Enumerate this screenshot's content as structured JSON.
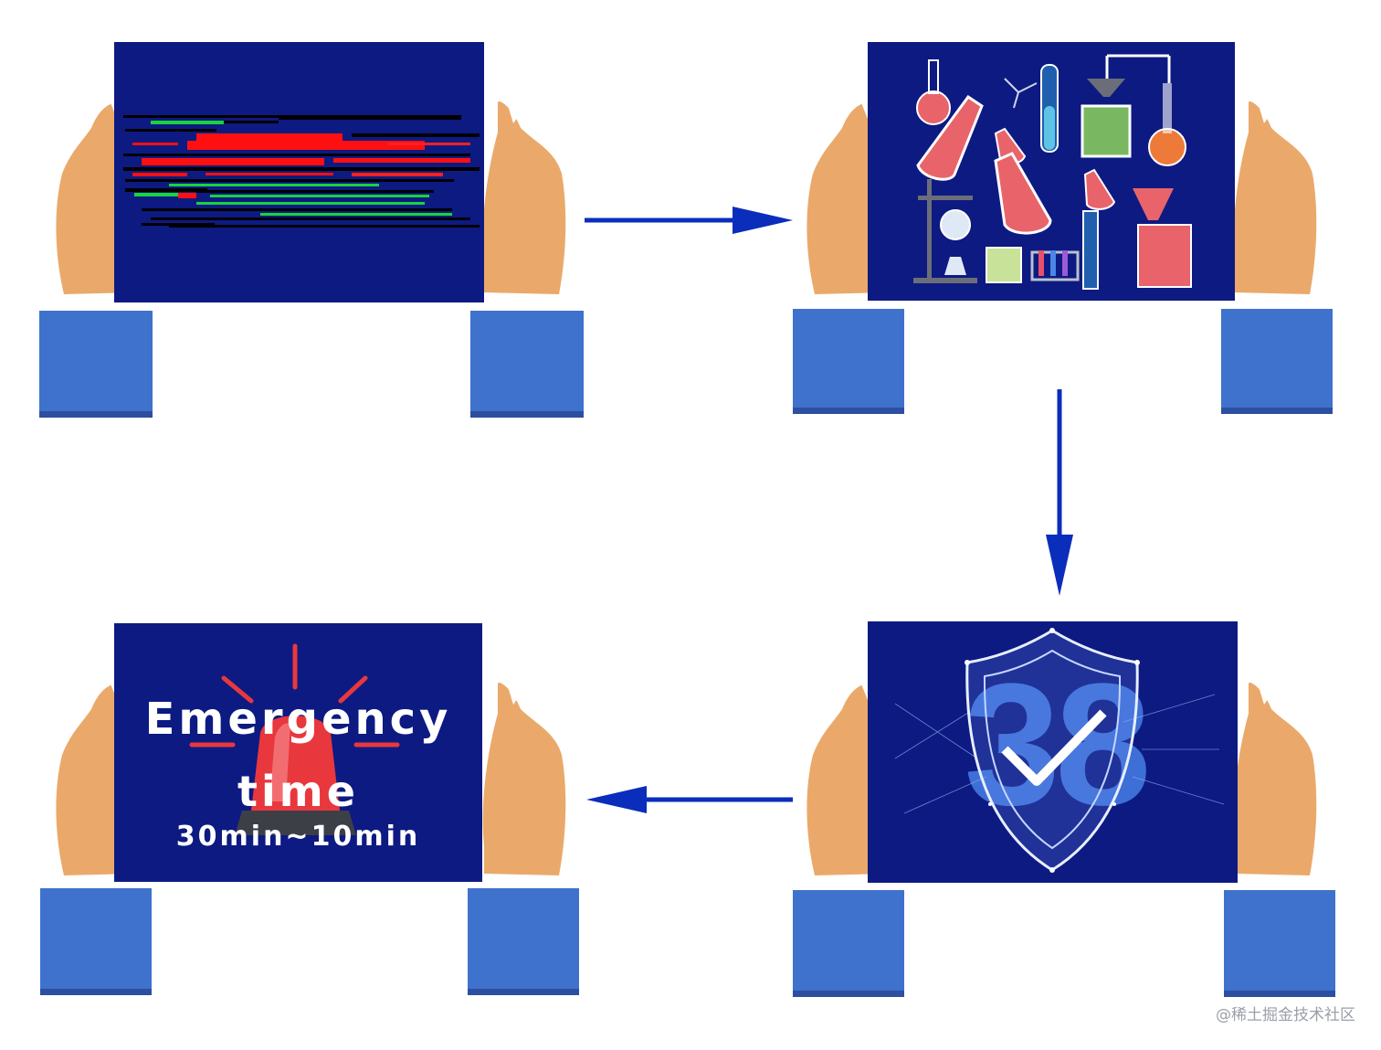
{
  "diagram": {
    "steps": [
      {
        "id": "code"
      },
      {
        "id": "lab"
      },
      {
        "id": "security"
      },
      {
        "id": "emergency"
      }
    ],
    "emergency_screen": {
      "title_line1": "Emergency",
      "title_line2": "time",
      "subtitle": "30min~10min"
    },
    "security_screen": {
      "background_number": "38"
    },
    "watermark": "@稀土掘金技术社区",
    "colors": {
      "screen": "#0d1a82",
      "sleeve": "#3e72cc",
      "cuff": "#2c4fa0",
      "hand": "#eaa96a",
      "arrow": "#0a2dbc"
    }
  }
}
